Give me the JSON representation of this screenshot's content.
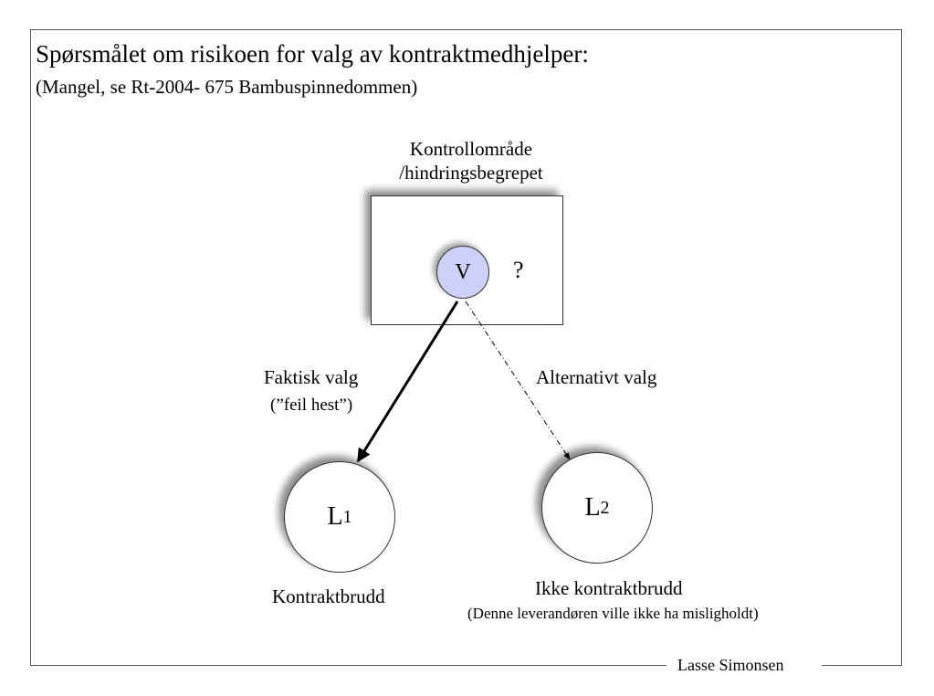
{
  "title": "Spørsmålet om risikoen for valg av kontraktmedhjelper:",
  "subtitle": "(Mangel, se Rt-2004- 675 Bambuspinnedommen)",
  "control_box": {
    "label_line1": "Kontrollområde",
    "label_line2": "/hindringsbegrepet",
    "question_mark": "?"
  },
  "nodes": {
    "v": "V",
    "l1": {
      "letter": "L",
      "index": "1"
    },
    "l2": {
      "letter": "L",
      "index": "2"
    }
  },
  "edges": {
    "actual": {
      "label": "Faktisk valg",
      "sublabel": "(”feil hest”)",
      "style": "solid"
    },
    "alternative": {
      "label": "Alternativt valg",
      "style": "dash-dot"
    }
  },
  "outcomes": {
    "l1": "Kontraktbrudd",
    "l2": "Ikke kontraktbrudd",
    "l2_note": "(Denne leverandøren ville ikke ha misligholdt)"
  },
  "footer": "Lasse Simonsen",
  "colors": {
    "v_fill": "#cdd0f7",
    "stroke": "#000000"
  }
}
